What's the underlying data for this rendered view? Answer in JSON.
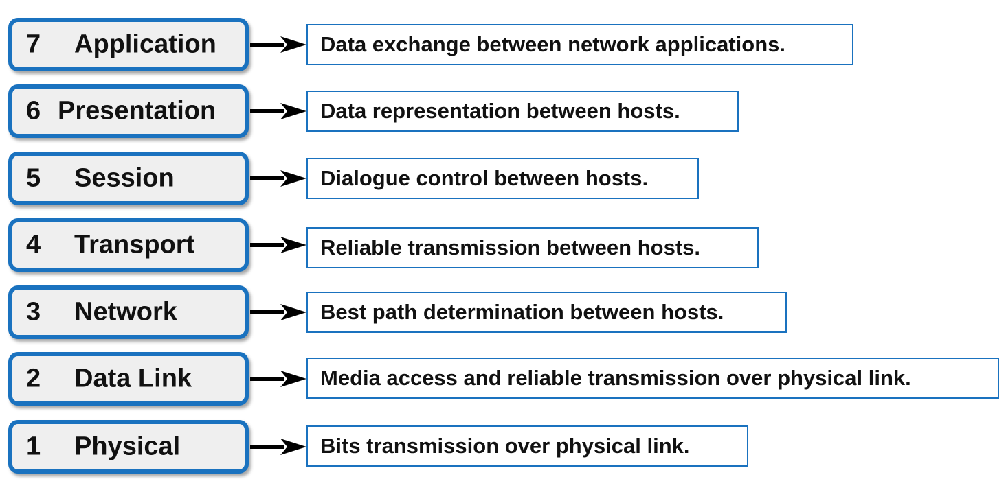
{
  "layers": [
    {
      "number": "7",
      "name": "Application",
      "description": "Data exchange between network applications."
    },
    {
      "number": "6",
      "name": "Presentation",
      "description": "Data representation between hosts."
    },
    {
      "number": "5",
      "name": "Session",
      "description": "Dialogue control between hosts."
    },
    {
      "number": "4",
      "name": "Transport",
      "description": "Reliable transmission between hosts."
    },
    {
      "number": "3",
      "name": "Network",
      "description": "Best path determination between hosts."
    },
    {
      "number": "2",
      "name": "Data Link",
      "description": "Media access and reliable transmission over physical link."
    },
    {
      "number": "1",
      "name": "Physical",
      "description": "Bits transmission over physical link."
    }
  ],
  "colors": {
    "box_border": "#1a72bf",
    "box_fill": "#efefef",
    "arrow": "#000000",
    "text": "#111111"
  }
}
